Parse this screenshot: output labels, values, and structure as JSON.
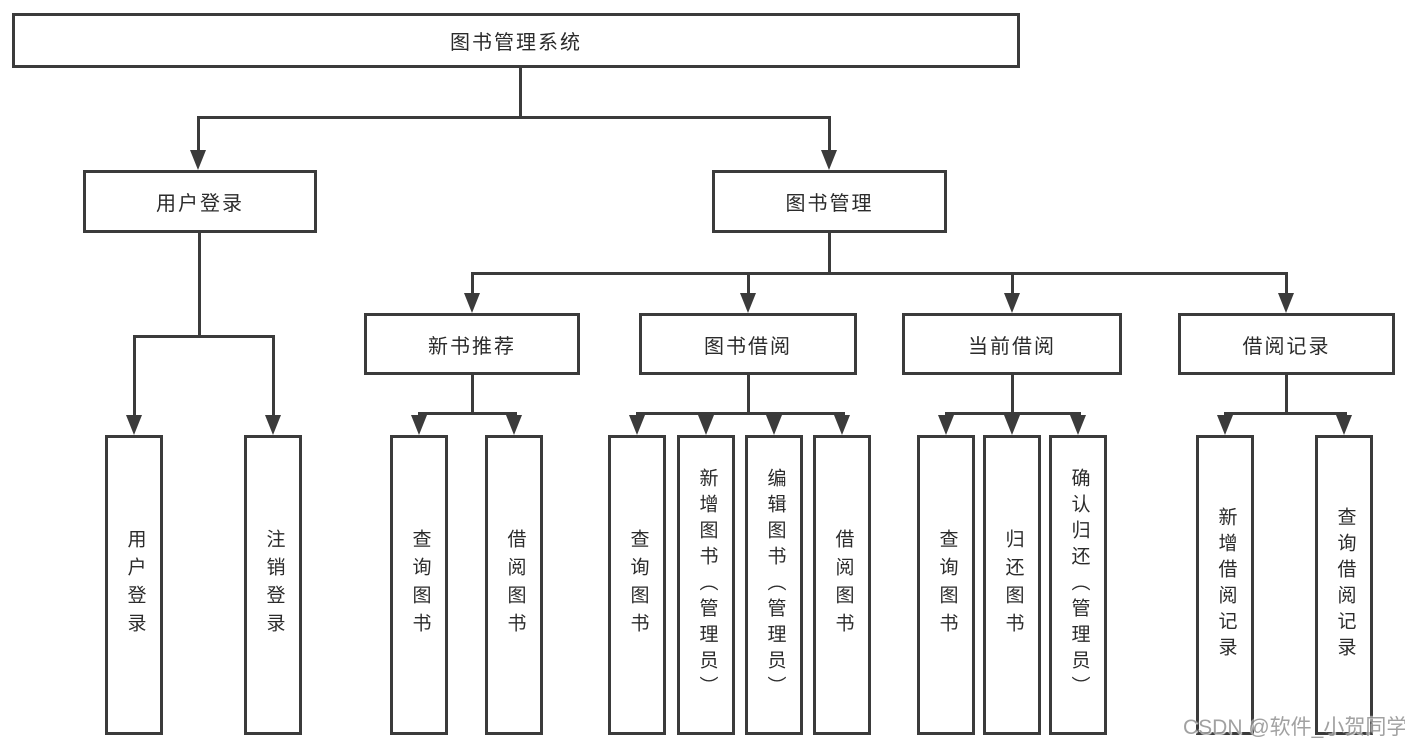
{
  "diagram": {
    "root": "图书管理系统",
    "user_login": {
      "label": "用户登录",
      "children": [
        "用户登录",
        "注销登录"
      ]
    },
    "book_management": {
      "label": "图书管理",
      "sections": [
        {
          "label": "新书推荐",
          "children": [
            "查询图书",
            "借阅图书"
          ]
        },
        {
          "label": "图书借阅",
          "children": [
            "查询图书",
            "新增图书（管理员）",
            "编辑图书（管理员）",
            "借阅图书"
          ]
        },
        {
          "label": "当前借阅",
          "children": [
            "查询图书",
            "归还图书",
            "确认归还（管理员）"
          ]
        },
        {
          "label": "借阅记录",
          "children": [
            "新增借阅记录",
            "查询借阅记录"
          ]
        }
      ]
    }
  },
  "watermark": "CSDN @软件_小贺同学",
  "colors": {
    "line": "#3b3b3b",
    "text": "#2b2b2b",
    "watermark": "#919191",
    "background": "#ffffff"
  }
}
